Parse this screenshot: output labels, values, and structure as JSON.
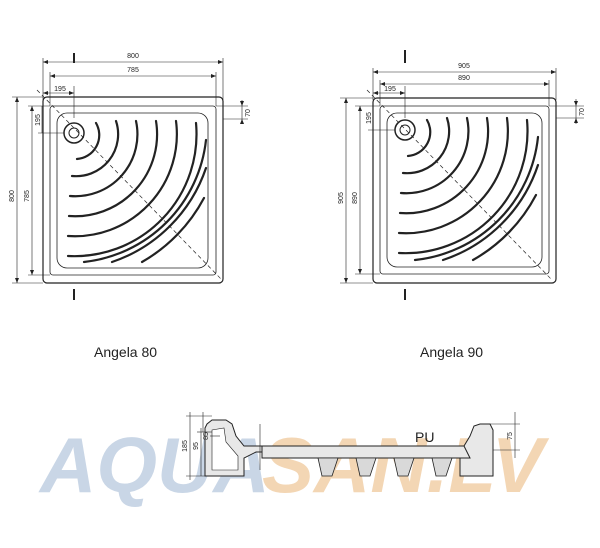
{
  "watermark": {
    "part1": "AQUA",
    "part2": "SAN.LV",
    "color1": "#c9d6e6",
    "color2": "#f3d6b4"
  },
  "tray_left": {
    "caption": "Angela 80",
    "outer_width": "800",
    "inner_width": "785",
    "drain_offset_x": "195",
    "drain_offset_y": "195",
    "corner_offset": "70",
    "outer_height": "800",
    "inner_height": "785"
  },
  "tray_right": {
    "caption": "Angela 90",
    "outer_width": "905",
    "inner_width": "890",
    "drain_offset_x": "195",
    "drain_offset_y": "195",
    "corner_offset": "70",
    "outer_height": "905",
    "inner_height": "890"
  },
  "section": {
    "material_label": "PU",
    "total_height": "185",
    "height_95": "95",
    "height_85": "85",
    "right_height": "75"
  }
}
